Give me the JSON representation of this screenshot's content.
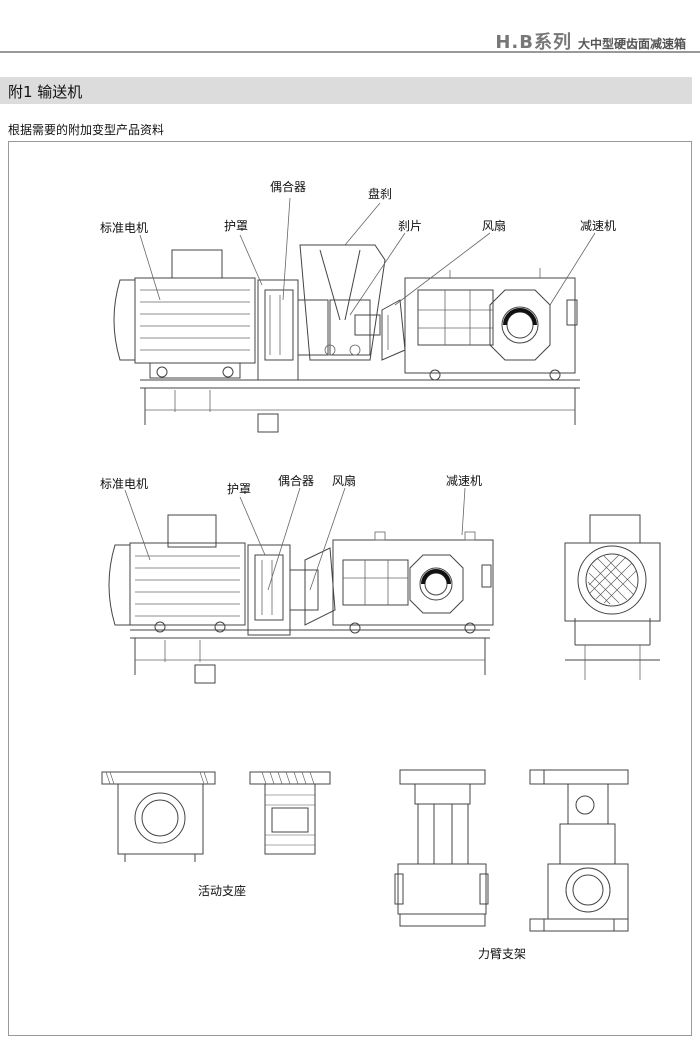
{
  "header": {
    "series": "H.B系列",
    "subtitle": "大中型硬齿面减速箱"
  },
  "section": {
    "title": "附1  输送机"
  },
  "subtitle": "根据需要的附加变型产品资料",
  "figure1": {
    "labels": {
      "motor": "标准电机",
      "guard": "护罩",
      "coupling": "偶合器",
      "brake_disc": "盘刹",
      "brake_pad": "刹片",
      "fan": "风扇",
      "reducer": "减速机"
    }
  },
  "figure2": {
    "labels": {
      "motor": "标准电机",
      "guard": "护罩",
      "coupling": "偶合器",
      "fan": "风扇",
      "reducer": "减速机"
    }
  },
  "figure3": {
    "labels": {
      "floating_support": "活动支座",
      "torque_arm": "力臂支架"
    }
  },
  "colors": {
    "section_bg": "#dcdcdc",
    "line": "#444444",
    "header_text": "#777777"
  }
}
